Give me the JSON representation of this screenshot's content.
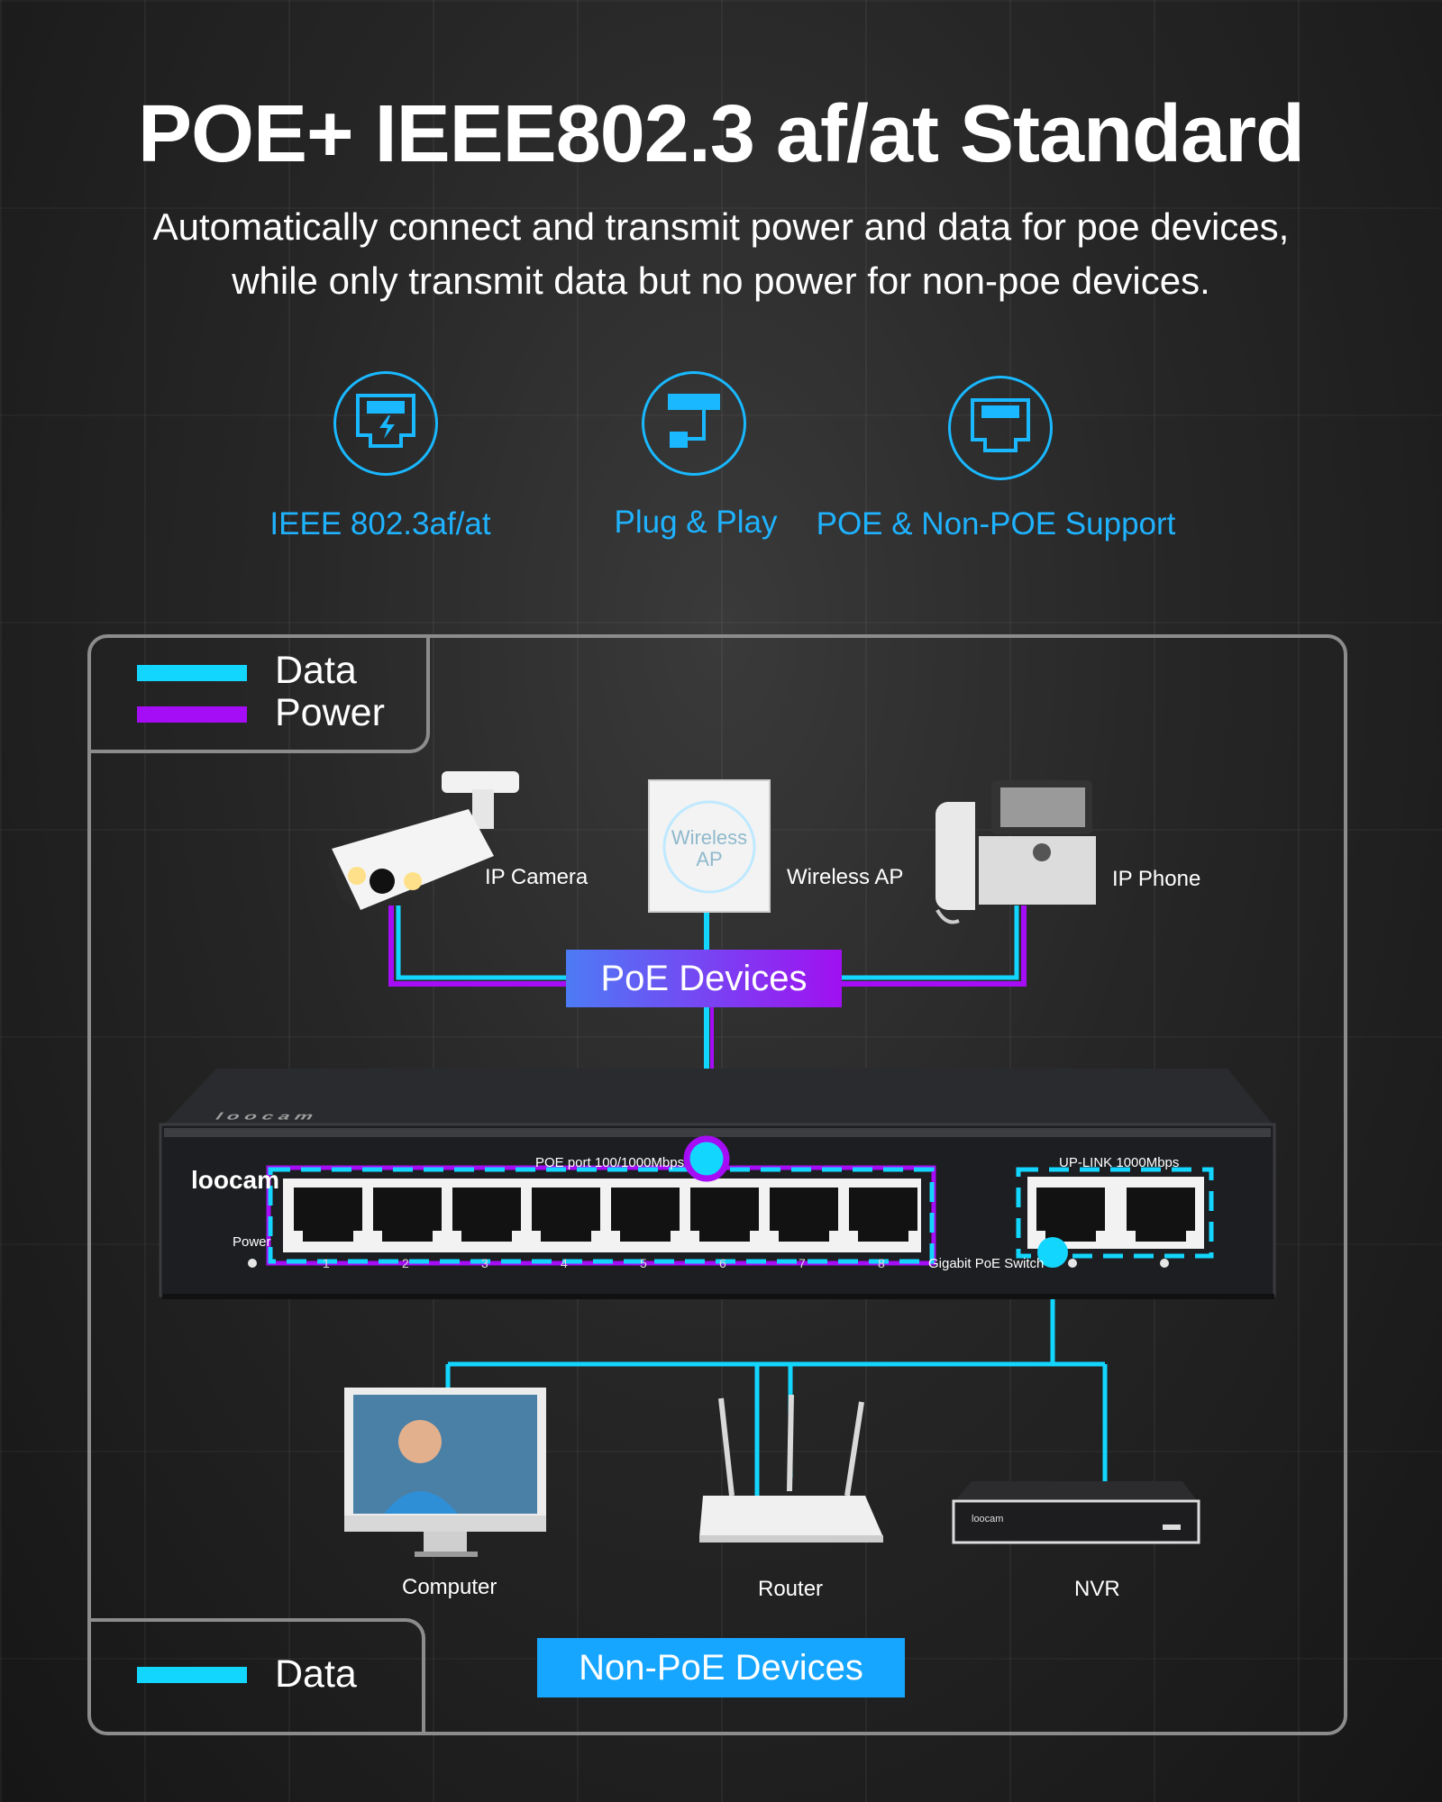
{
  "header": {
    "title": "POE+ IEEE802.3 af/at Standard",
    "subtitle_line1": "Automatically connect and transmit power and data for poe devices,",
    "subtitle_line2": "while only transmit data but no power for non-poe devices."
  },
  "features": [
    {
      "label": "IEEE 802.3af/at",
      "icon": "ethernet-port-lightning-icon"
    },
    {
      "label": "Plug & Play",
      "icon": "plug-cable-icon"
    },
    {
      "label": "POE & Non-POE Support",
      "icon": "ethernet-port-icon"
    }
  ],
  "legend_top": {
    "data": "Data",
    "power": "Power"
  },
  "legend_bottom": {
    "data": "Data"
  },
  "poe_devices": {
    "badge": "PoE Devices",
    "camera": "IP Camera",
    "ap": "Wireless AP",
    "ap_box_line1": "Wireless",
    "ap_box_line2": "AP",
    "phone": "IP Phone"
  },
  "switch": {
    "brand": "loocam",
    "top_brand": "loocam",
    "power_label": "Power",
    "poe_port_label": "POE port 100/1000Mbps",
    "uplink_label": "UP-LINK 1000Mbps",
    "model_label": "Gigabit PoE Switch",
    "port_numbers": [
      "1",
      "2",
      "3",
      "4",
      "5",
      "6",
      "7",
      "8"
    ]
  },
  "non_poe_devices": {
    "badge": "Non-PoE Devices",
    "computer": "Computer",
    "router": "Router",
    "nvr": "NVR",
    "nvr_brand": "loocam"
  },
  "colors": {
    "data": "#13d6ff",
    "power": "#a40df5",
    "feature_blue": "#1fb3ff",
    "frame": "#8c8c8c"
  }
}
